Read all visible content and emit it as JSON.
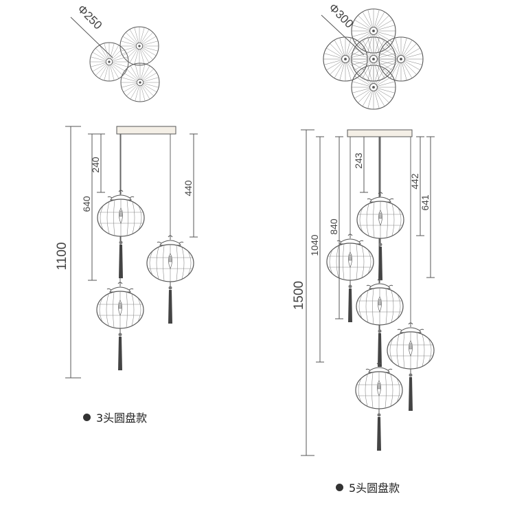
{
  "variant_3": {
    "diameter_label": "Φ250",
    "dimensions": {
      "total": "1100",
      "upper": "640",
      "top_gap": "240",
      "right": "440"
    },
    "legend": "3头圆盘款"
  },
  "variant_5": {
    "diameter_label": "Φ300",
    "dimensions": {
      "total": "1500",
      "left": "1040",
      "left_inner": "840",
      "center_top": "243",
      "right_a": "442",
      "right_b": "641"
    },
    "legend": "5头圆盘款"
  },
  "colors": {
    "line": "#555555",
    "bar_fill": "#f4efe6",
    "dot": "#333333"
  }
}
